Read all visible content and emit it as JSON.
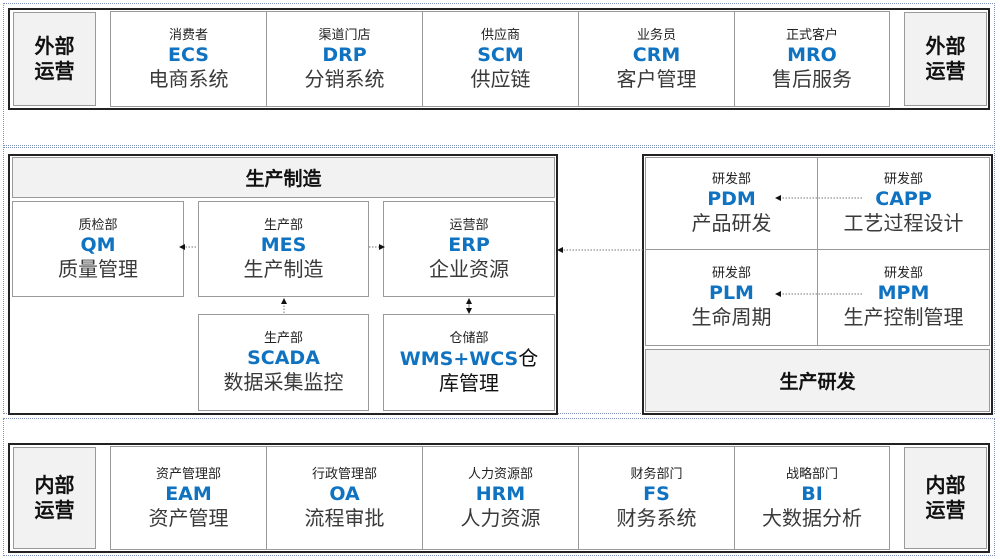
{
  "external_ops": {
    "label": "外部\n运营",
    "label_left": "外部",
    "label_left2": "运营",
    "systems": [
      {
        "dept": "消费者",
        "code": "ECS",
        "name": "电商系统"
      },
      {
        "dept": "渠道门店",
        "code": "DRP",
        "name": "分销系统"
      },
      {
        "dept": "供应商",
        "code": "SCM",
        "name": "供应链"
      },
      {
        "dept": "业务员",
        "code": "CRM",
        "name": "客户管理"
      },
      {
        "dept": "正式客户",
        "code": "MRO",
        "name": "售后服务"
      }
    ]
  },
  "manufacturing": {
    "title": "生产制造",
    "qm": {
      "dept": "质检部",
      "code": "QM",
      "name": "质量管理"
    },
    "mes": {
      "dept": "生产部",
      "code": "MES",
      "name": "生产制造"
    },
    "erp": {
      "dept": "运营部",
      "code": "ERP",
      "name": "企业资源"
    },
    "scada": {
      "dept": "生产部",
      "code": "SCADA",
      "name": "数据采集监控"
    },
    "wms": {
      "dept": "仓储部",
      "code": "WMS+WCS",
      "code_suffix": "仓",
      "name": "库管理"
    }
  },
  "rnd": {
    "title": "生产研发",
    "pdm": {
      "dept": "研发部",
      "code": "PDM",
      "name": "产品研发"
    },
    "capp": {
      "dept": "研发部",
      "code": "CAPP",
      "name": "工艺过程设计"
    },
    "plm": {
      "dept": "研发部",
      "code": "PLM",
      "name": "生命周期"
    },
    "mpm": {
      "dept": "研发部",
      "code": "MPM",
      "name": "生产控制管理"
    }
  },
  "internal_ops": {
    "label_left": "内部",
    "label_left2": "运营",
    "systems": [
      {
        "dept": "资产管理部",
        "code": "EAM",
        "name": "资产管理"
      },
      {
        "dept": "行政管理部",
        "code": "OA",
        "name": "流程审批"
      },
      {
        "dept": "人力资源部",
        "code": "HRM",
        "name": "人力资源"
      },
      {
        "dept": "财务部门",
        "code": "FS",
        "name": "财务系统"
      },
      {
        "dept": "战略部门",
        "code": "BI",
        "name": "大数据分析"
      }
    ]
  },
  "colors": {
    "accent_code": "#0f73c1",
    "label_bg": "#f2f2f2",
    "frame": "#222222",
    "dotted_border": "#7f93b8"
  }
}
